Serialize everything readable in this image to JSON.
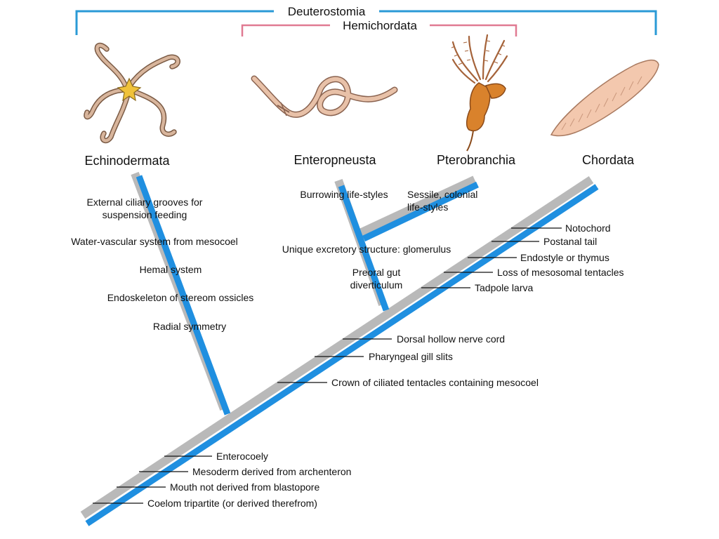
{
  "brackets": {
    "deuterostomia": {
      "label": "Deuterostomia",
      "color": "#2a9ad6"
    },
    "hemichordata": {
      "label": "Hemichordata",
      "color": "#e07a92"
    }
  },
  "taxa": {
    "echinodermata": "Echinodermata",
    "enteropneusta": "Enteropneusta",
    "pterobranchia": "Pterobranchia",
    "chordata": "Chordata"
  },
  "traits": {
    "echinodermata": [
      "External ciliary grooves for",
      "suspension feeding",
      "Water-vascular system from mesocoel",
      "Hemal system",
      "Endoskeleton of stereom ossicles",
      "Radial symmetry"
    ],
    "enteropneusta": [
      "Burrowing life-styles"
    ],
    "pterobranchia": [
      "Sessile, colonial",
      "life-styles"
    ],
    "hemichordata": [
      "Unique excretory structure: glomerulus",
      "Preoral gut",
      "diverticulum"
    ],
    "chordata": [
      "Notochord",
      "Postanal tail",
      "Endostyle or thymus",
      "Loss of mesosomal tentacles",
      "Tadpole larva"
    ],
    "hemichordata_chordata": [
      "Dorsal hollow nerve cord",
      "Pharyngeal gill slits",
      "Crown of ciliated tentacles containing mesocoel"
    ],
    "deuterostomia": [
      "Enterocoely",
      "Mesoderm derived from archenteron",
      "Mouth not derived from blastopore",
      "Coelom tripartite (or derived therefrom)"
    ]
  },
  "colors": {
    "branch_blue": "#1f8fe0",
    "branch_gray": "#b9b9b9",
    "organism_tan": "#d8a889",
    "organism_orange": "#d9822c",
    "star_yellow": "#f0c23a"
  },
  "icons": {
    "echinodermata": "brittle-star-icon",
    "enteropneusta": "acorn-worm-icon",
    "pterobranchia": "pterobranch-icon",
    "chordata": "lancelet-icon"
  }
}
